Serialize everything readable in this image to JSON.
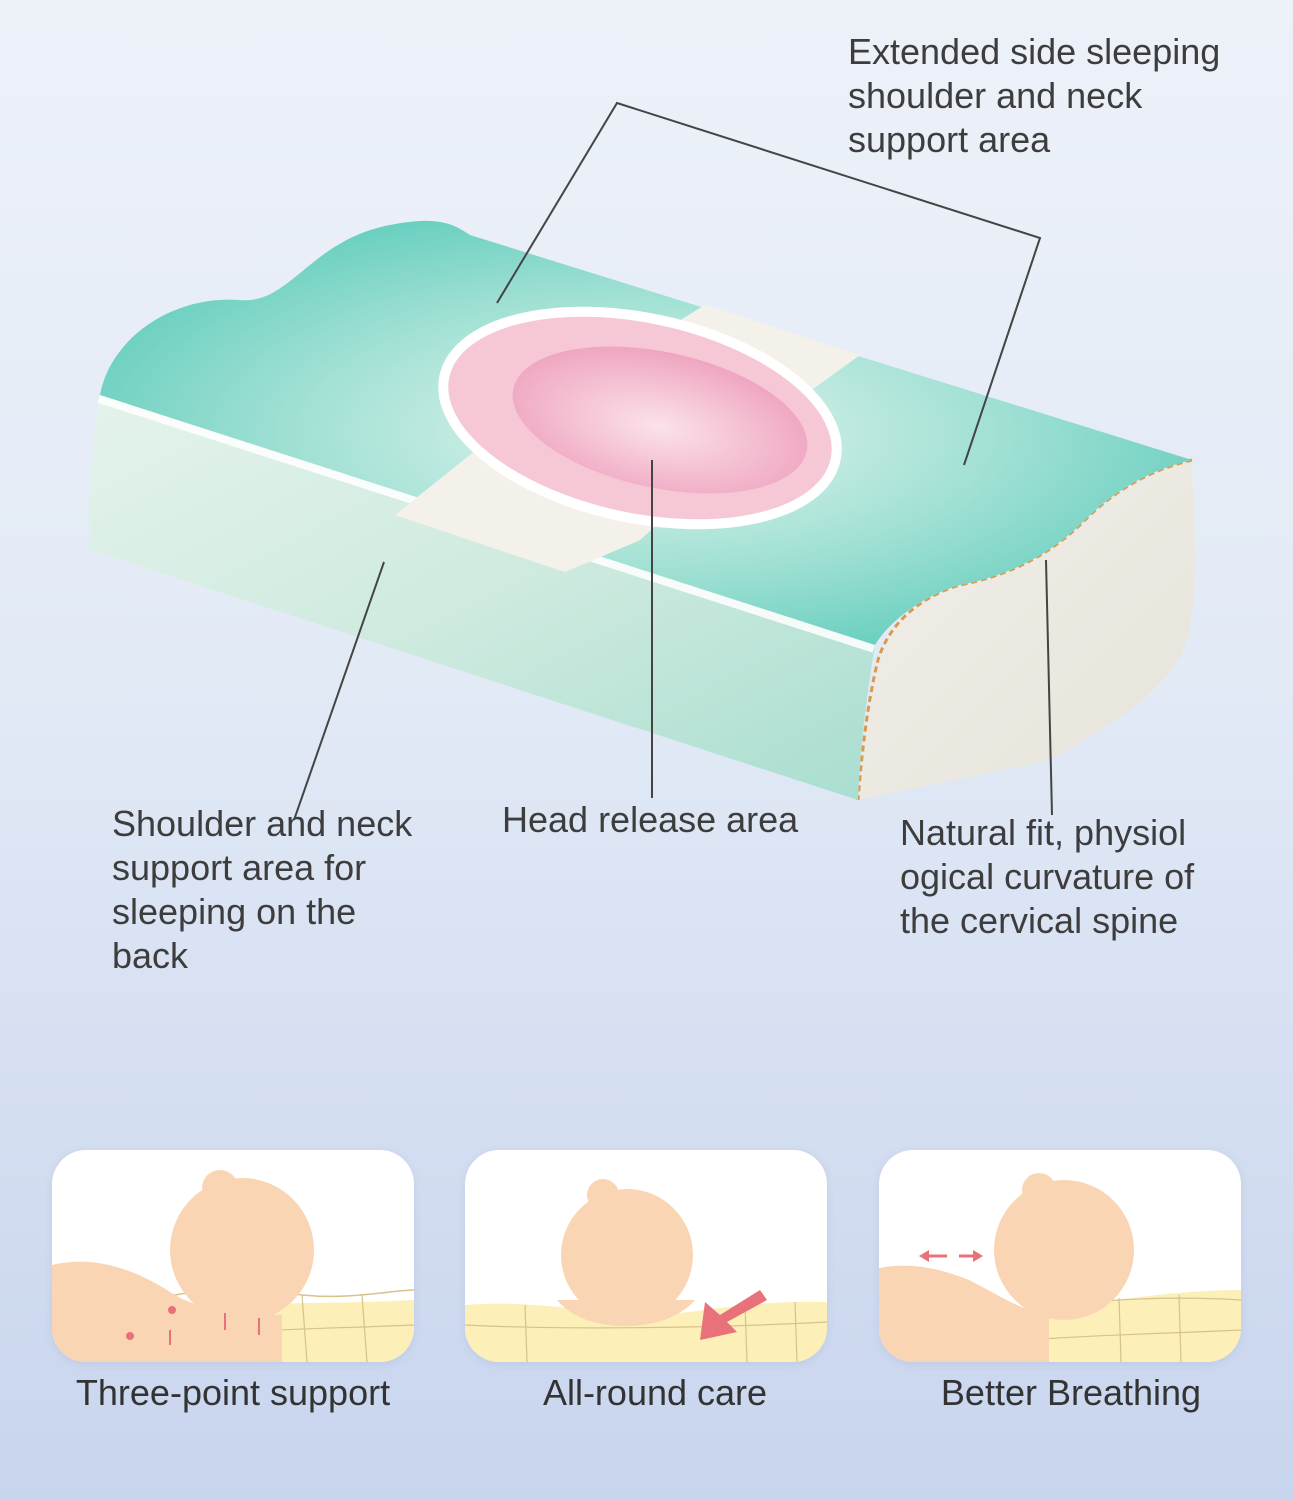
{
  "callouts": {
    "side_sleeping": "Extended side sleeping\nshoulder and neck\nsupport area",
    "back_sleeping": "Shoulder and neck\nsupport area for\nsleeping on the\nback",
    "head_release": "Head release area",
    "natural_fit": "Natural fit, physiol\nogical curvature of\nthe cervical spine"
  },
  "features": [
    {
      "caption": "Three-point support",
      "icon": "head-on-pillow-three-point-illustration"
    },
    {
      "caption": "All-round care",
      "icon": "head-on-pillow-arrow-illustration"
    },
    {
      "caption": "Better Breathing",
      "icon": "head-on-pillow-breathing-illustration"
    }
  ],
  "colors": {
    "teal": "#5ccbbb",
    "pink": "#efa5c0",
    "cream": "#f3f1ea",
    "skin": "#fad5b4",
    "pillow_yellow": "#fdefb8",
    "accent_red": "#e8717a"
  }
}
